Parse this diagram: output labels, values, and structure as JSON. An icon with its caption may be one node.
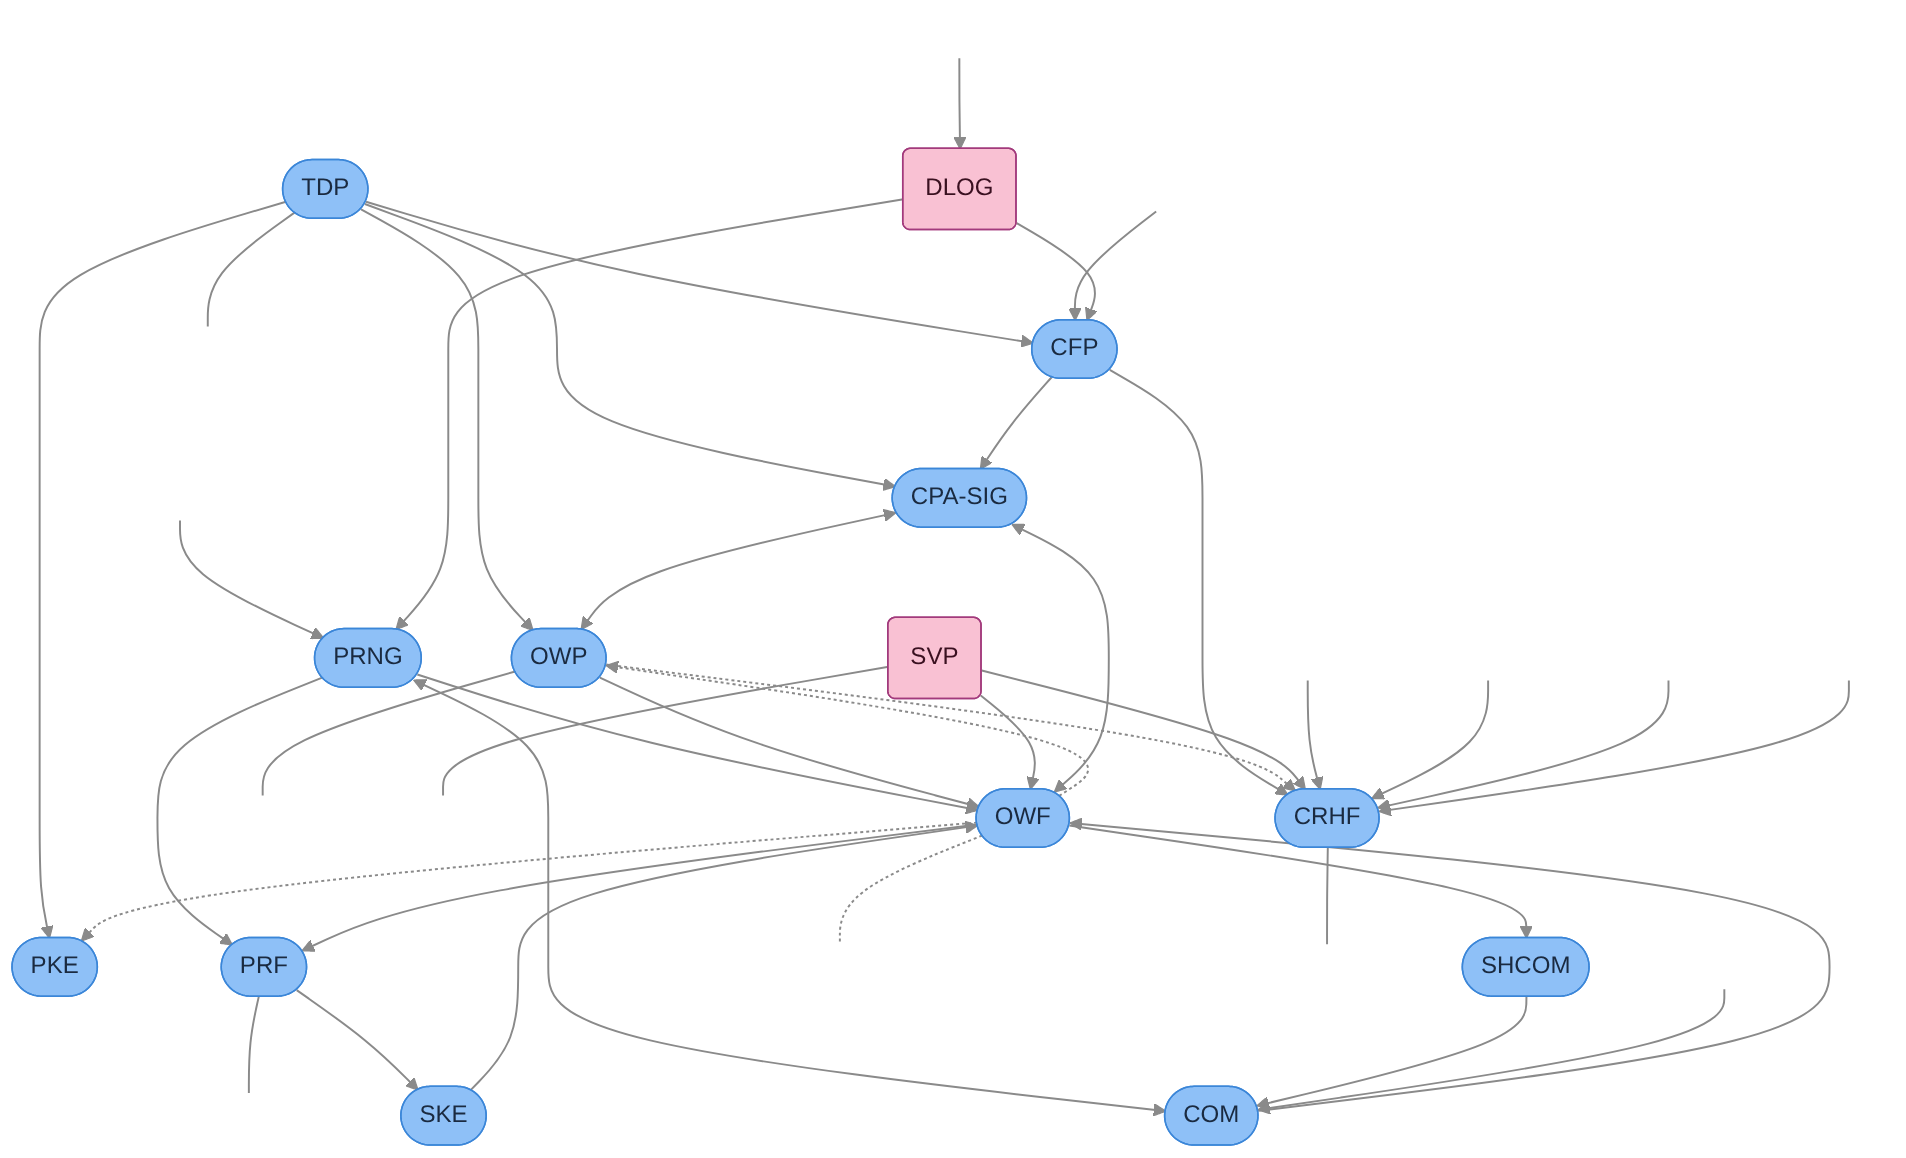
{
  "diagram": {
    "nodes": [
      {
        "text": [
          "TDP"
        ]
      },
      {
        "text": [
          "PKE"
        ]
      },
      {
        "text": [
          "PRF"
        ]
      },
      {
        "text": [
          "PRNG"
        ]
      },
      {
        "text": [
          "CFP"
        ]
      },
      {
        "text": [
          "CPA-SIG"
        ]
      },
      {
        "text": [
          "DLOG"
        ]
      },
      {
        "text": [
          "SKE"
        ]
      },
      {
        "text": [
          "OWF"
        ]
      },
      {
        "text": [
          "OWP"
        ]
      },
      {
        "text": [
          "SHCOM"
        ]
      },
      {
        "text": [
          "COM"
        ]
      },
      {
        "text": [
          "SVP"
        ]
      },
      {
        "text": [
          "CRHF"
        ]
      }
    ],
    "edges": [
      {
        "from": 0,
        "to": 1,
        "arrow": "to"
      },
      {
        "from": 0,
        "to": 4,
        "arrow": "to"
      },
      {
        "from": 0,
        "to": 5,
        "arrow": "to"
      },
      {
        "from": 0,
        "to": 9,
        "arrow": "to"
      },
      {
        "from": 0,
        "to": null,
        "arrow": "none"
      },
      {
        "from": null,
        "to": 3,
        "arrow": "to"
      },
      {
        "from": null,
        "to": 4,
        "arrow": "to"
      },
      {
        "from": 2,
        "to": null,
        "arrow": "none"
      },
      {
        "from": 4,
        "to": 5,
        "arrow": "to"
      },
      {
        "from": 4,
        "to": 13,
        "arrow": "to"
      },
      {
        "from": 6,
        "to": 4,
        "arrow": "to"
      },
      {
        "from": 6,
        "to": 3,
        "arrow": "to"
      },
      {
        "from": null,
        "to": 6,
        "arrow": "to"
      },
      {
        "from": 3,
        "to": 2,
        "arrow": "to"
      },
      {
        "from": 2,
        "to": 7,
        "arrow": "to"
      },
      {
        "from": 8,
        "to": 2,
        "arrow": "to"
      },
      {
        "from": 7,
        "to": 8,
        "arrow": "to"
      },
      {
        "from": 3,
        "to": 11,
        "arrow": "both"
      },
      {
        "from": 3,
        "to": 8,
        "arrow": "to"
      },
      {
        "from": 8,
        "to": 1,
        "arrow": "to",
        "style": "dashed"
      },
      {
        "from": 8,
        "to": 5,
        "arrow": "both"
      },
      {
        "from": 5,
        "to": 9,
        "arrow": "both"
      },
      {
        "from": 8,
        "to": 9,
        "arrow": "to",
        "style": "dashed"
      },
      {
        "from": 9,
        "to": 8,
        "arrow": "to"
      },
      {
        "from": 12,
        "to": 8,
        "arrow": "to"
      },
      {
        "from": 8,
        "to": 10,
        "arrow": "to"
      },
      {
        "from": 10,
        "to": 11,
        "arrow": "to"
      },
      {
        "from": 11,
        "to": 8,
        "arrow": "to"
      },
      {
        "from": null,
        "to": 11,
        "arrow": "to"
      },
      {
        "from": 8,
        "to": null,
        "arrow": "none",
        "style": "dashed"
      },
      {
        "from": 9,
        "to": null,
        "arrow": "none"
      },
      {
        "from": 9,
        "to": 13,
        "arrow": "to",
        "style": "dashed"
      },
      {
        "from": 12,
        "to": 13,
        "arrow": "to"
      },
      {
        "from": 12,
        "to": null,
        "arrow": "none"
      },
      {
        "from": 13,
        "to": null,
        "arrow": "none"
      },
      {
        "from": null,
        "to": 13,
        "arrow": "to"
      },
      {
        "from": null,
        "to": 13,
        "arrow": "to"
      },
      {
        "from": null,
        "to": 13,
        "arrow": "to"
      },
      {
        "from": null,
        "to": 13,
        "arrow": "to"
      }
    ]
  }
}
